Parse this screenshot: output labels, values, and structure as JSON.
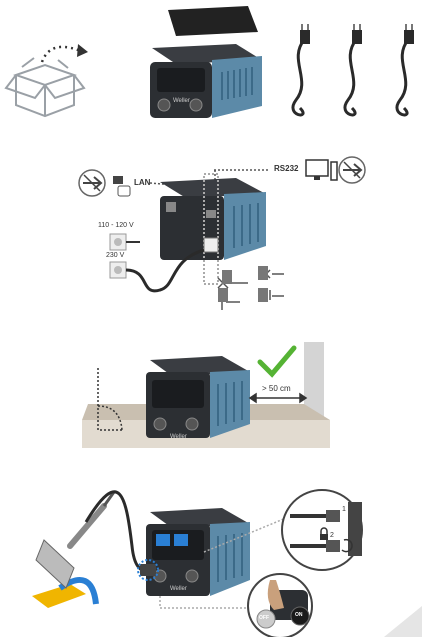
{
  "brand": "Weller",
  "labels": {
    "lan": "LAN",
    "rs232": "RS232",
    "voltage_low": "110 - 120 V",
    "voltage_high": "230 V",
    "distance": "> 50 cm",
    "off": "OFF",
    "on": "ON",
    "step_one": "1",
    "step_two": "2"
  },
  "colors": {
    "station_body": "#2c2f33",
    "station_blue": "#5c8aa8",
    "check_green": "#55b334",
    "cable": "#2a2a2a",
    "led_blue": "#2a7fd4",
    "stand_yellow": "#f0b500"
  },
  "icons": [
    "open-box-icon",
    "arrow-icon",
    "power-cord-icon",
    "no-plug-icon",
    "computer-icon",
    "check-mark-icon",
    "lock-icon"
  ]
}
